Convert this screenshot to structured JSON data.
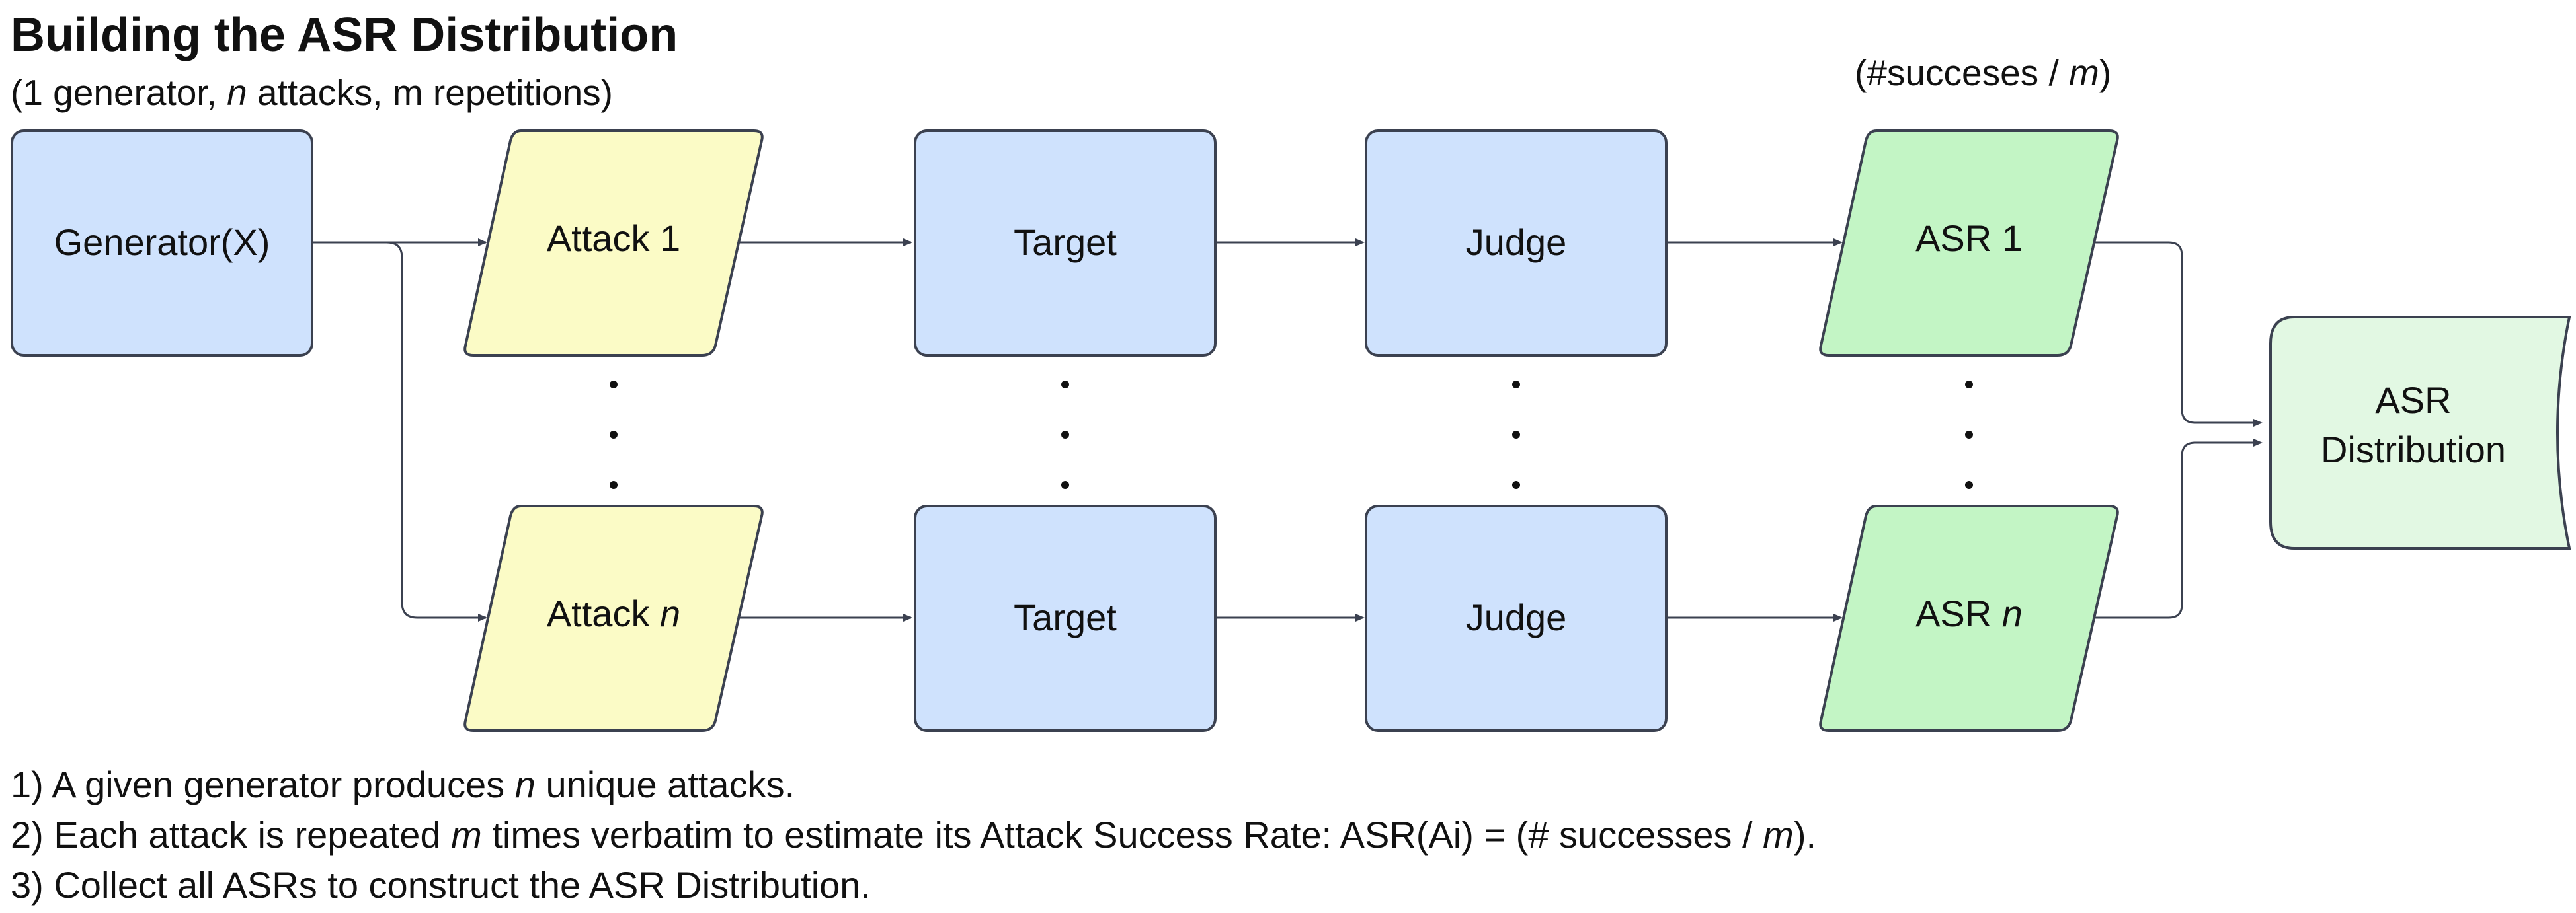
{
  "header": {
    "title": "Building the ASR Distribution",
    "subtitle": {
      "part1": "(1 generator, ",
      "n": "n",
      "part2": " attacks, m repetitions)"
    }
  },
  "asr_note": {
    "part1": "(#succeses / ",
    "m": "m",
    "part2": ")"
  },
  "nodes": {
    "generator": "Generator(X)",
    "attack_1": "Attack 1",
    "attack_n": {
      "label": "Attack ",
      "n": "n"
    },
    "target_1": "Target",
    "target_n": "Target",
    "judge_1": "Judge",
    "judge_n": "Judge",
    "asr_1": "ASR 1",
    "asr_n": {
      "label": "ASR ",
      "n": "n"
    },
    "distribution": {
      "line1": "ASR",
      "line2": "Distribution"
    }
  },
  "colors": {
    "generator_fill": "#cfe2fd",
    "attack_fill": "#fbfbc6",
    "target_fill": "#cfe2fd",
    "judge_fill": "#cfe2fd",
    "asr_fill": "#c3f5c5",
    "distribution_fill": "#e2f8e3",
    "stroke": "#3b4150",
    "arrow": "#3b4150"
  },
  "notes": [
    {
      "a": "1) A given generator produces ",
      "i": "n",
      "b": " unique attacks."
    },
    {
      "a": "2) Each attack is repeated ",
      "i": "m",
      "b": " times verbatim to estimate its Attack Success Rate: ASR(Ai) =  (# successes / ",
      "i2": "m",
      "c": ")."
    },
    {
      "a": "3) Collect all ASRs to construct the ASR Distribution."
    }
  ]
}
